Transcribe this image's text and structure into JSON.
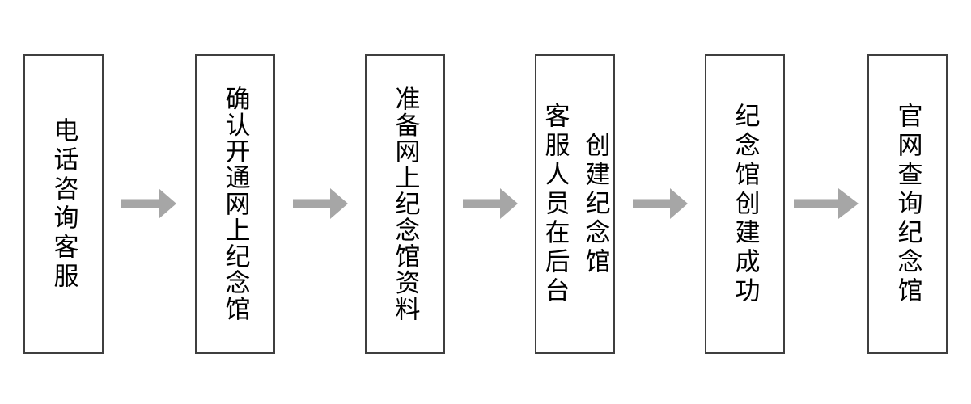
{
  "flow": {
    "type": "horizontal-flowchart",
    "steps": [
      {
        "label": "电话咨询客服"
      },
      {
        "label": "确认开通网上纪念馆"
      },
      {
        "label": "准备网上纪念馆资料"
      },
      {
        "label": "客服人员在后台\n创建纪念馆"
      },
      {
        "label": "纪念馆创建成功"
      },
      {
        "label": "官网查询纪念馆"
      }
    ],
    "connector": {
      "shape": "right-block-arrow",
      "color": "#a6a6a6"
    },
    "colors": {
      "box_border": "#3f3f3f",
      "box_fill": "#ffffff",
      "text": "#000000",
      "background": "#ffffff"
    }
  }
}
